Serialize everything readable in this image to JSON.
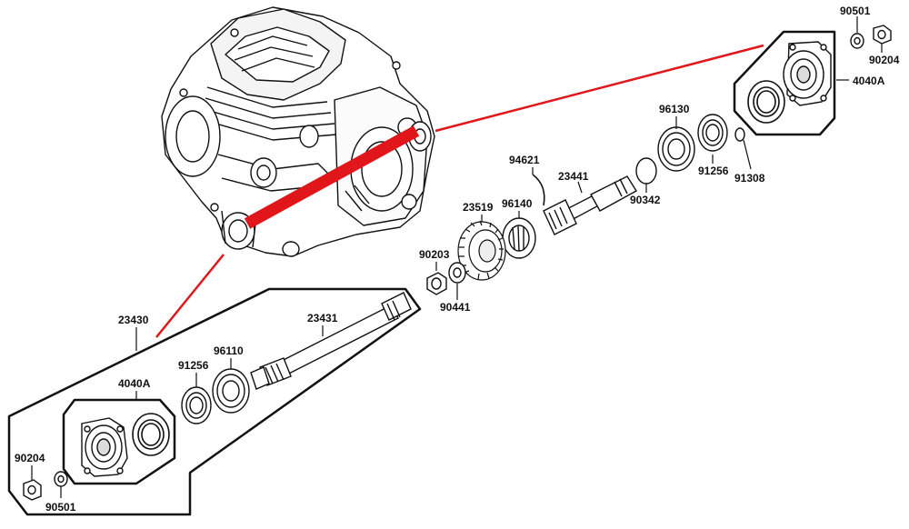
{
  "labels": {
    "p90501_top": "90501",
    "p90204_top": "90204",
    "p4040A_right": "4040A",
    "p96130": "96130",
    "p91256_right": "91256",
    "p91308": "91308",
    "p94621": "94621",
    "p23441": "23441",
    "p90342": "90342",
    "p23519": "23519",
    "p96140": "96140",
    "p90203": "90203",
    "p90441": "90441",
    "p23430": "23430",
    "p23431": "23431",
    "p96110": "96110",
    "p91256_left": "91256",
    "p4040A_left": "4040A",
    "p90204_left": "90204",
    "p90501_left": "90501"
  },
  "colors": {
    "line": "#111111",
    "highlight": "#e0161b"
  }
}
